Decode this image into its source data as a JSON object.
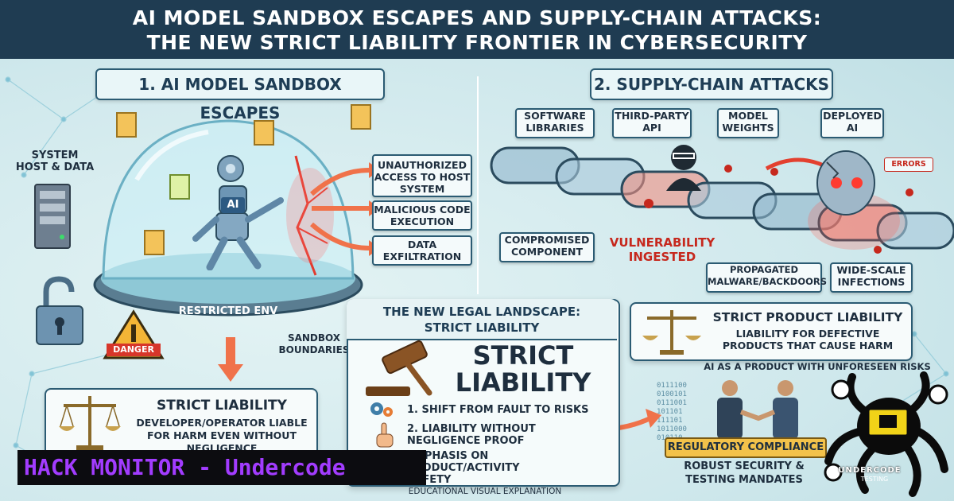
{
  "header": {
    "line1": "AI MODEL SANDBOX ESCAPES AND SUPPLY-CHAIN ATTACKS:",
    "line2": "THE NEW STRICT LIABILITY FRONTIER IN CYBERSECURITY"
  },
  "left": {
    "title": "1. AI MODEL SANDBOX ESCAPES",
    "system_label": "SYSTEM\nHOST & DATA",
    "ai_chip": "AI",
    "outcomes": [
      "UNAUTHORIZED ACCESS TO HOST SYSTEM",
      "MALICIOUS CODE EXECUTION",
      "DATA EXFILTRATION"
    ],
    "restricted_env": "RESTRICTED ENV",
    "sandbox_boundaries": "SANDBOX\nBOUNDARIES",
    "danger": "DANGER",
    "strict_title": "STRICT LIABILITY",
    "strict_text": "DEVELOPER/OPERATOR LIABLE FOR HARM EVEN WITHOUT NEGLIGENCE"
  },
  "right": {
    "title": "2. SUPPLY-CHAIN ATTACKS",
    "stages": [
      "SOFTWARE\nLIBRARIES",
      "THIRD-PARTY\nAPI",
      "MODEL\nWEIGHTS",
      "DEPLOYED\nAI"
    ],
    "errors_badge": "ERRORS",
    "compromised": "COMPROMISED\nCOMPONENT",
    "vulnerability": "VULNERABILITY\nINGESTED",
    "propagated": "PROPAGATED\nMALWARE/BACKDOORS",
    "wide_scale": "WIDE-SCALE\nINFECTIONS",
    "spl_title": "STRICT PRODUCT LIABILITY",
    "spl_text": "LIABILITY FOR DEFECTIVE PRODUCTS THAT CAUSE HARM",
    "ai_product": "AI AS A PRODUCT WITH UNFORESEEN RISKS",
    "binary": [
      "0111100",
      "0100101",
      "0111001",
      "101101",
      "111101",
      "1011000",
      "010110"
    ],
    "reg_title": "REGULATORY COMPLIANCE",
    "reg_text": "ROBUST SECURITY &\nTESTING MANDATES"
  },
  "center": {
    "title": "THE NEW LEGAL LANDSCAPE:\nSTRICT LIABILITY",
    "big": "STRICT\nLIABILITY",
    "points": [
      "1. SHIFT FROM FAULT TO RISKS",
      "2. LIABILITY WITHOUT NEGLIGENCE PROOF",
      "EMPHASIS ON PRODUCT/ACTIVITY SAFETY"
    ],
    "footer": "EDUCATIONAL VISUAL EXPLANATION"
  },
  "watermark": {
    "text": "HACK MONITOR - Undercode",
    "logo_text": "UNDERCODE",
    "logo_sub": "TESTING"
  },
  "colors": {
    "header_bg": "#1f3c52",
    "accent_red": "#c6281d",
    "arrow_orange": "#f0724a",
    "border": "#2b5b73",
    "watermark_text": "#a23cff"
  }
}
